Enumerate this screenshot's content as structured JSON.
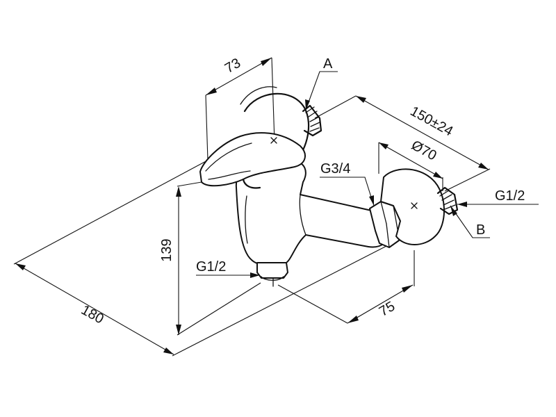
{
  "labels": {
    "dim_73": "73",
    "dim_150": "150±24",
    "dim_70": "Ø70",
    "dim_139": "139",
    "dim_180": "180",
    "dim_75": "75",
    "thread_g34": "G3/4",
    "thread_g12_bottom": "G1/2",
    "thread_g12_right": "G1/2",
    "mark_a": "A",
    "mark_b": "B"
  }
}
